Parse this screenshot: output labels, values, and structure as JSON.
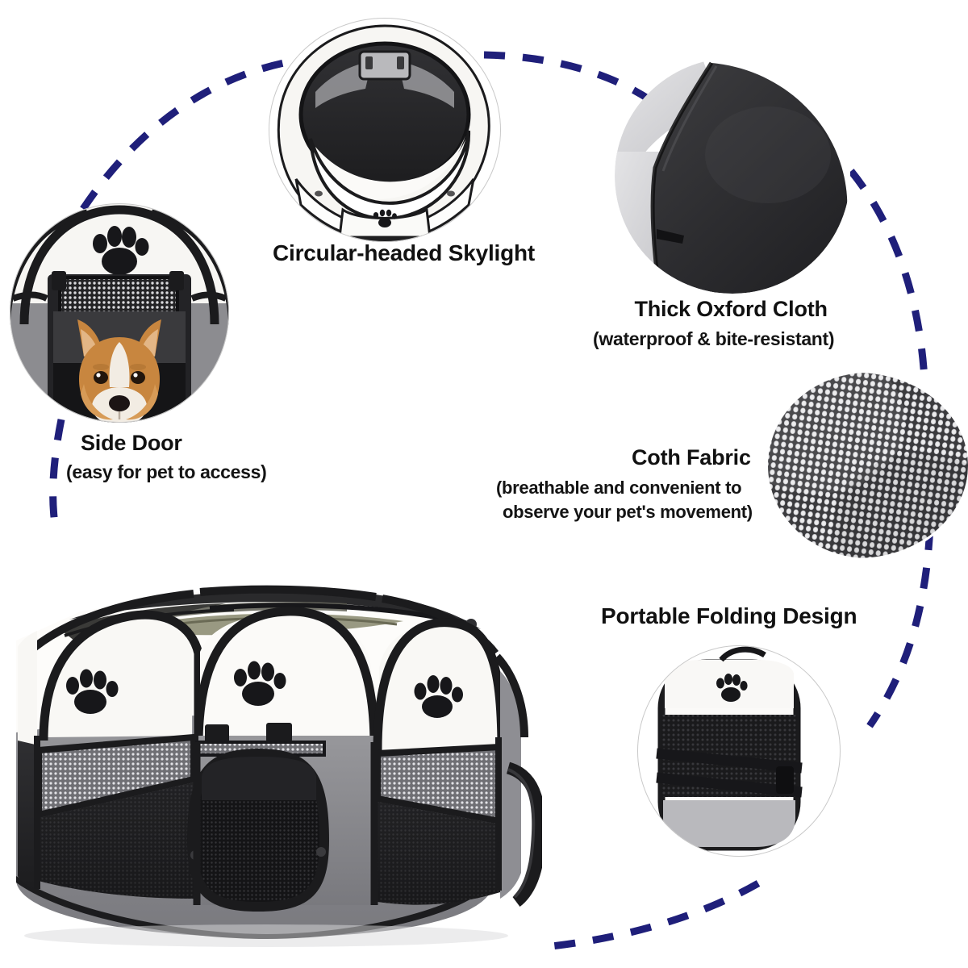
{
  "page": {
    "type": "product-infographic",
    "subject": "Portable foldable pet playpen / dog tent",
    "background_color": "#ffffff",
    "connector_color": "#1f1f7a",
    "connector_style": "dashed-arc"
  },
  "palette": {
    "navy_dash": "#1f1f7a",
    "fabric_white": "#f6f5f2",
    "fabric_gray": "#8d8d90",
    "fabric_dark": "#2a2a2c",
    "trim_black": "#1b1b1d",
    "mesh_dark": "#3a3a3c",
    "ring_outline": "#c9c9c9",
    "text_black": "#111111",
    "dog_fur": "#c8863f",
    "dog_white": "#f2ece3"
  },
  "callouts": [
    {
      "id": "skylight",
      "title": "Circular-headed Skylight",
      "subtitle": "",
      "photo": "top-down view of open playpen showing round mesh skylight"
    },
    {
      "id": "oxford",
      "title": "Thick Oxford Cloth",
      "subtitle": "(waterproof & bite-resistant)",
      "photo": "close-up of dark oxford fabric panel corner"
    },
    {
      "id": "sidedoor",
      "title": "Side Door",
      "subtitle": "(easy for pet to access)",
      "photo": "corgi dog looking out of the playpen side door"
    },
    {
      "id": "cloth",
      "title": "Coth Fabric",
      "subtitle_line1": "(breathable and convenient to",
      "subtitle_line2": "observe your pet's movement)",
      "photo": "macro of breathable net mesh fabric"
    },
    {
      "id": "folding",
      "title": "Portable Folding Design",
      "subtitle": "",
      "photo": "playpen collapsed flat into a round disc"
    }
  ],
  "main_product": {
    "name": "octagonal pop-up pet playpen",
    "panel_count": 8,
    "features": [
      "paw-print graphic on white upper panels",
      "black piping trim arches",
      "mesh ventilation windows",
      "gray lower fabric panels",
      "zippered front door with mesh",
      "side carry handle strap",
      "roll-up top cover with zipper"
    ],
    "paw_print_count": 3
  },
  "icons": {
    "paw": "paw-print-icon",
    "mesh": "mesh-texture-icon",
    "dash": "dashed-arc-icon"
  }
}
